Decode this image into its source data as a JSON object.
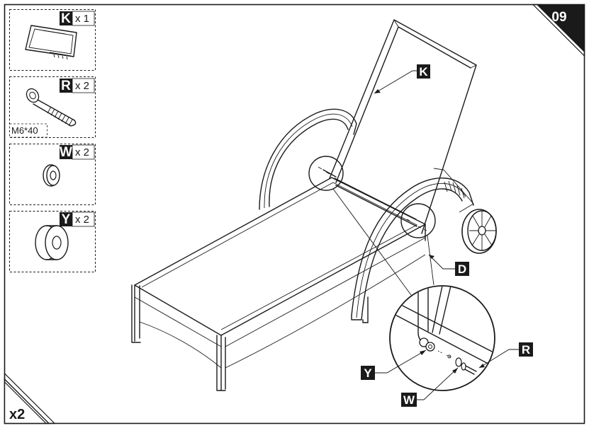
{
  "step": {
    "number": "09"
  },
  "multiplier": {
    "label": "x2"
  },
  "parts": [
    {
      "letter": "K",
      "qty": "x 1",
      "icon": "backrest-frame-icon"
    },
    {
      "letter": "R",
      "qty": "x 2",
      "spec": "M6*40",
      "icon": "bolt-icon"
    },
    {
      "letter": "W",
      "qty": "x 2",
      "icon": "flat-washer-icon"
    },
    {
      "letter": "Y",
      "qty": "x 2",
      "icon": "spacer-icon"
    }
  ],
  "callouts": {
    "K": "K",
    "D": "D",
    "R": "R",
    "W": "W",
    "Y": "Y"
  }
}
